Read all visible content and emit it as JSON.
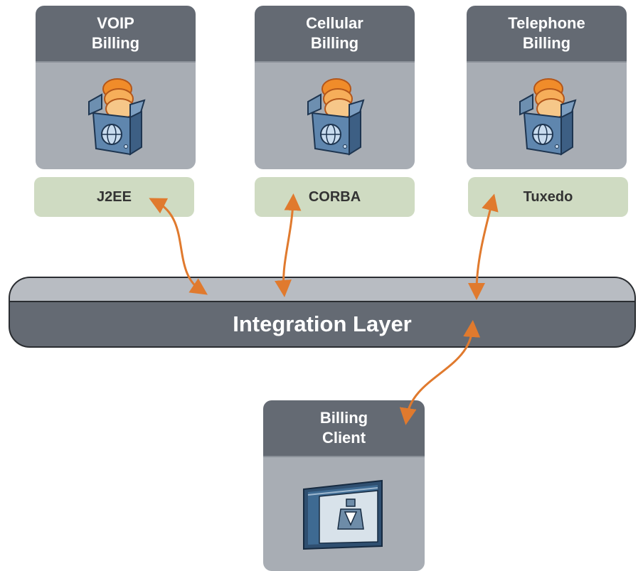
{
  "systems": [
    {
      "title": "VOIP\nBilling",
      "protocol": "J2EE",
      "icon": "software-box-icon"
    },
    {
      "title": "Cellular\nBilling",
      "protocol": "CORBA",
      "icon": "software-box-icon"
    },
    {
      "title": "Telephone\nBilling",
      "protocol": "Tuxedo",
      "icon": "software-box-icon"
    }
  ],
  "integration_layer": {
    "label": "Integration Layer"
  },
  "client": {
    "title": "Billing\nClient",
    "icon": "user-window-icon"
  },
  "colors": {
    "card_header": "#646a73",
    "card_body": "#a8adb4",
    "protocol_pill": "#cfdbc2",
    "arrow": "#e07a2e",
    "layer_top": "#b8bcc2"
  }
}
